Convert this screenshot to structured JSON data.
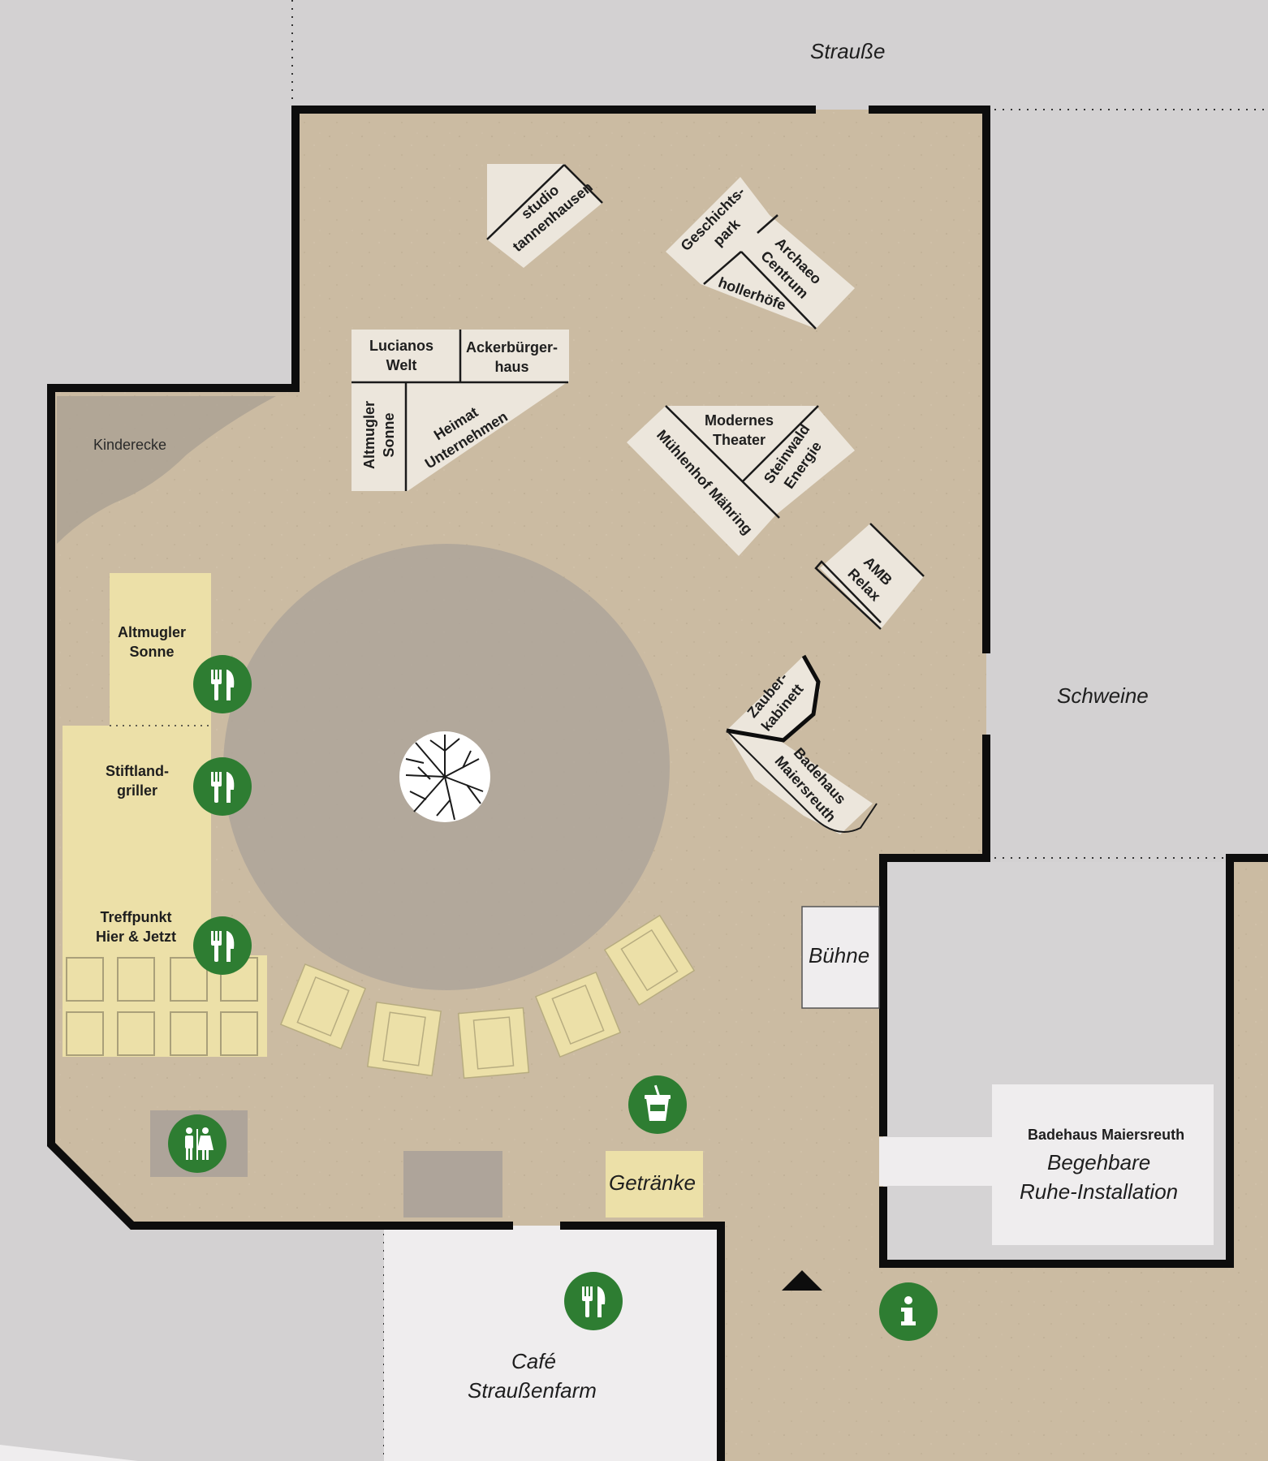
{
  "map": {
    "colors": {
      "background": "#d3d1d2",
      "floor": "#cbbba2",
      "wall": "#0d0d0d",
      "booth": "#ece6dc",
      "food_area": "#ece0a8",
      "circle": "#b0a79c",
      "white_room": "#efedee",
      "pin": "#2e7d32"
    },
    "outside_labels": {
      "strausse": "Strauße",
      "schweine": "Schweine"
    },
    "rooms": {
      "kinderecke": "Kinderecke",
      "buehne": "Bühne",
      "getraenke": "Getränke",
      "cafe_line1": "Café",
      "cafe_line2": "Straußenfarm",
      "badehaus_title": "Badehaus Maiersreuth",
      "badehaus_line1": "Begehbare",
      "badehaus_line2": "Ruhe-Installation"
    },
    "booths": {
      "studio_line1": "studio",
      "studio_line2": "tannenhausen",
      "geschichtspark_line1": "Geschichts-",
      "geschichtspark_line2": "park",
      "archaeo_line1": "Archaeo",
      "archaeo_line2": "Centrum",
      "hollerhoefe": "hollerhöfe",
      "lucianos_line1": "Lucianos",
      "lucianos_line2": "Welt",
      "ackerbuerger_line1": "Ackerbürger-",
      "ackerbuerger_line2": "haus",
      "altmugler_line1": "Altmugler",
      "altmugler_line2": "Sonne",
      "heimat_line1": "Heimat",
      "heimat_line2": "Unternehmen",
      "modernes_line1": "Modernes",
      "modernes_line2": "Theater",
      "steinwald_line1": "Steinwald",
      "steinwald_line2": "Energie",
      "muehlenhof": "Mühlenhof Mähring",
      "amb_line1": "AMB",
      "amb_line2": "Relax",
      "zauber_line1": "Zauber-",
      "zauber_line2": "kabinett",
      "badehaus_line1": "Badehaus",
      "badehaus_line2": "Maiersreuth"
    },
    "food": {
      "altmugler_line1": "Altmugler",
      "altmugler_line2": "Sonne",
      "stiftland_line1": "Stiftland-",
      "stiftland_line2": "griller",
      "treffpunkt_line1": "Treffpunkt",
      "treffpunkt_line2": "Hier & Jetzt"
    },
    "icons": {
      "restaurant": "fork-knife-icon",
      "drink": "cup-icon",
      "toilet": "restroom-icon",
      "info": "info-icon",
      "entrance": "triangle-up-icon"
    }
  }
}
